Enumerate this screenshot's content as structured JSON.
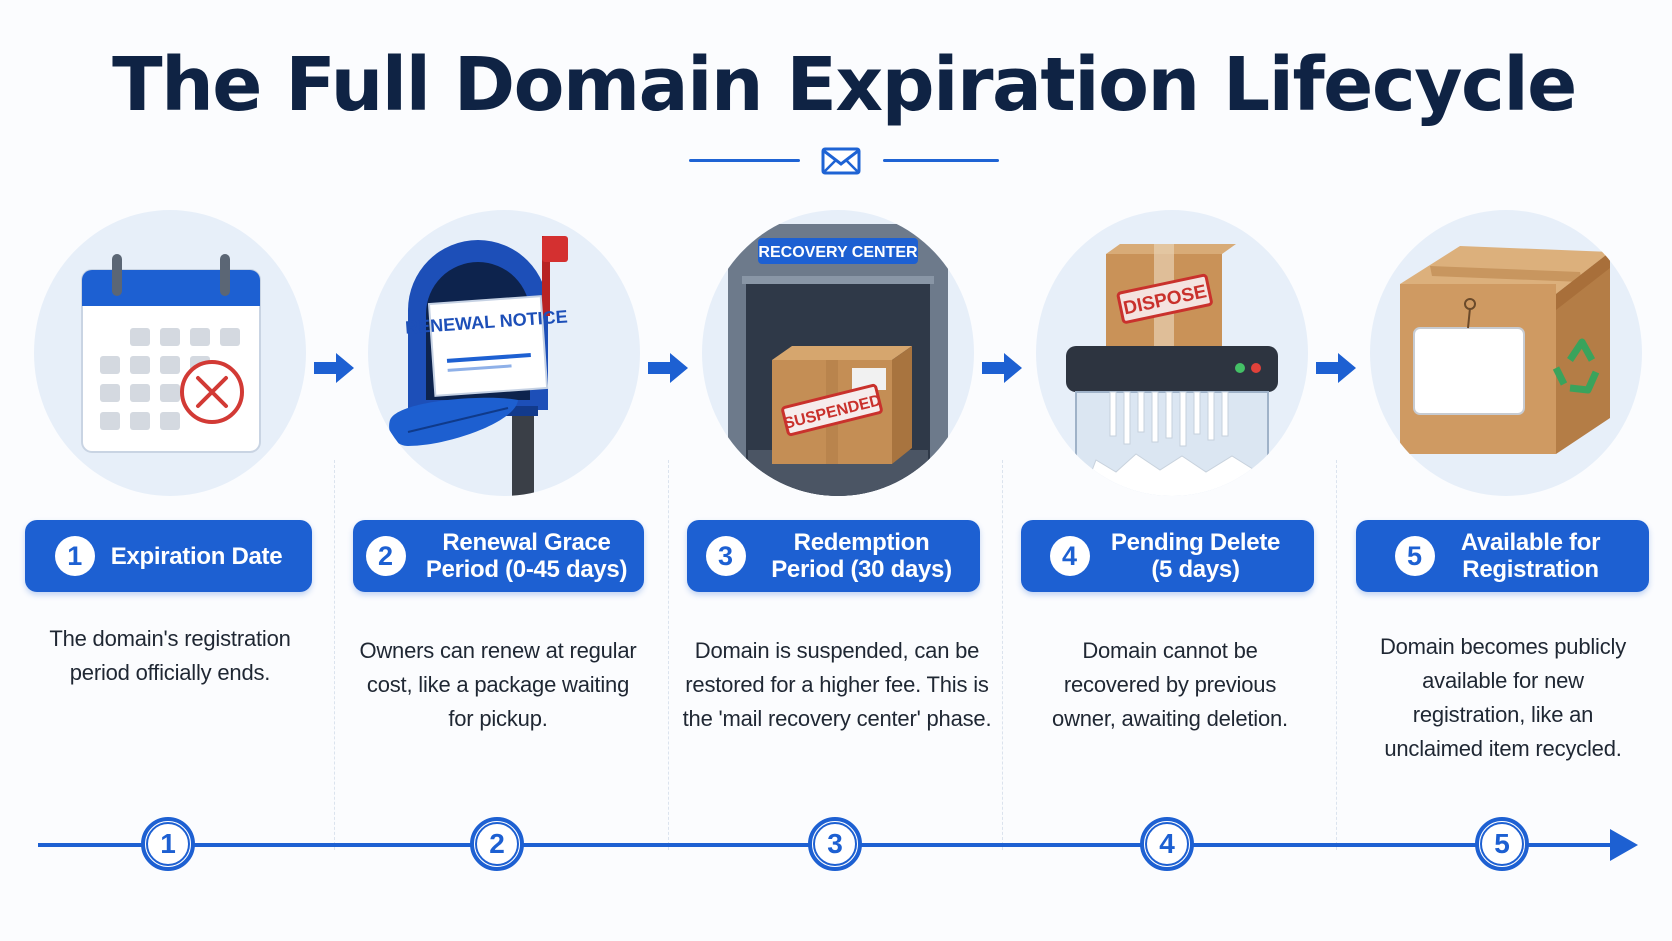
{
  "title": "The Full Domain Expiration Lifecycle",
  "colors": {
    "primary": "#1d60d2",
    "title": "#0f2344",
    "circle_bg": "#e7eff9",
    "alert_red": "#d23a35"
  },
  "steps": [
    {
      "number": "1",
      "title": "Expiration Date",
      "description": "The domain's registration period officially ends.",
      "icon": "calendar-with-x-icon"
    },
    {
      "number": "2",
      "title": "Renewal Grace Period (0-45 days)",
      "description": "Owners can renew at regular cost, like a package waiting for pickup.",
      "icon": "mailbox-renewal-notice-icon",
      "illustration_text": "RENEWAL NOTICE"
    },
    {
      "number": "3",
      "title": "Redemption Period (30 days)",
      "description": "Domain is suspended, can be restored for a higher fee. This is the 'mail recovery center' phase.",
      "icon": "recovery-center-package-icon",
      "sign_text": "RECOVERY CENTER",
      "stamp_text": "SUSPENDED"
    },
    {
      "number": "4",
      "title": "Pending Delete (5 days)",
      "description": "Domain cannot be recovered by previous owner, awaiting deletion.",
      "icon": "shredder-dispose-icon",
      "stamp_text": "DISPOSE"
    },
    {
      "number": "5",
      "title": "Available for Registration",
      "description": "Domain becomes publicly available for new registration, like an unclaimed item recycled.",
      "icon": "recycle-box-icon"
    }
  ],
  "timeline_markers": [
    "1",
    "2",
    "3",
    "4",
    "5"
  ]
}
